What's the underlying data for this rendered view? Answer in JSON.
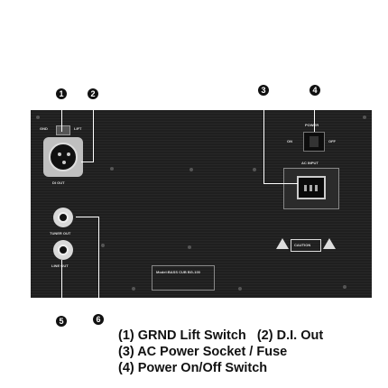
{
  "callouts": [
    "1",
    "2",
    "3",
    "4",
    "5",
    "6"
  ],
  "panel_labels": {
    "gnd": "GND",
    "lift": "LIFT",
    "di_out": "DI OUT",
    "tuner_out": "TUNER OUT",
    "line_out": "LINE OUT",
    "power": "POWER",
    "on": "ON",
    "off": "OFF",
    "ac_input": "AC INPUT",
    "model": "Model:BASS CUB BG-100",
    "caution": "CAUTION"
  },
  "legend": [
    "(1) GRND Lift Switch   (2) D.I. Out",
    "(3) AC Power Socket / Fuse",
    "(4) Power On/Off Switch"
  ]
}
